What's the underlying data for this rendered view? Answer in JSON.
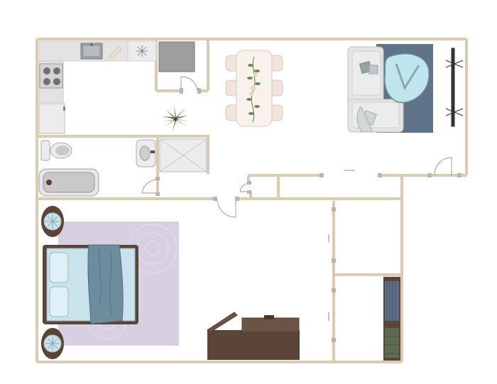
{
  "floor_plan": {
    "rooms": [
      {
        "id": "kitchen",
        "fixtures": [
          "sink",
          "stove",
          "counter",
          "dishwasher"
        ]
      },
      {
        "id": "dining",
        "fixtures": [
          "dining-table",
          "six-chairs",
          "plant"
        ]
      },
      {
        "id": "living",
        "fixtures": [
          "sectional-sofa",
          "coffee-table",
          "rug",
          "tv-stand"
        ]
      },
      {
        "id": "bathroom",
        "fixtures": [
          "bathtub",
          "toilet",
          "vanity-sink",
          "shower"
        ]
      },
      {
        "id": "bedroom",
        "fixtures": [
          "double-bed",
          "two-nightstands",
          "rug",
          "desk"
        ]
      },
      {
        "id": "closets",
        "fixtures": [
          "shelving"
        ]
      }
    ],
    "colors": {
      "wall": "#dccbb0",
      "rug_bedroom": "#d6d0e2",
      "rug_living": "#5f7489",
      "bed_sheet": "#c8e3ec",
      "blanket": "#6e8d9c",
      "wood_dark": "#5a4538",
      "sofa": "#e4e4e4",
      "coffee_table": "#bfe6ef",
      "counter": "#e3e3e3",
      "plant": "#5b6e42"
    }
  }
}
